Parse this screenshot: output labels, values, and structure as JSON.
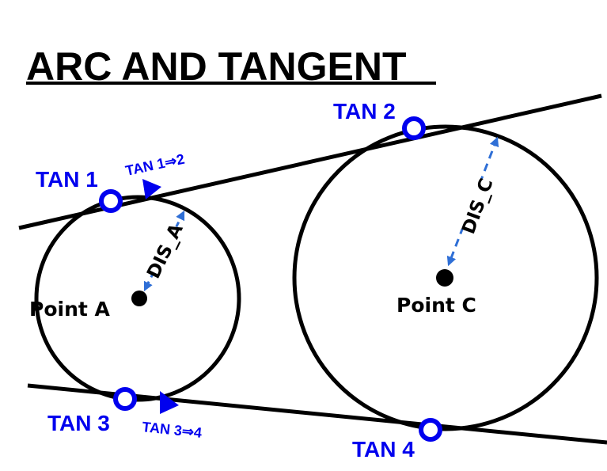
{
  "title": "ARC AND TANGENT",
  "points": {
    "a": "Point A",
    "c": "Point C"
  },
  "tangent_points": {
    "tan1": "TAN 1",
    "tan2": "TAN 2",
    "tan3": "TAN 3",
    "tan4": "TAN 4"
  },
  "directions": {
    "upper": "TAN 1⇒2",
    "lower": "TAN 3⇒4"
  },
  "distances": {
    "a": "DIS_A",
    "c": "DIS_C"
  },
  "colors": {
    "line": "#000000",
    "tangent_marker": "#0000ee",
    "distance_arrow": "#2f6fd6"
  }
}
